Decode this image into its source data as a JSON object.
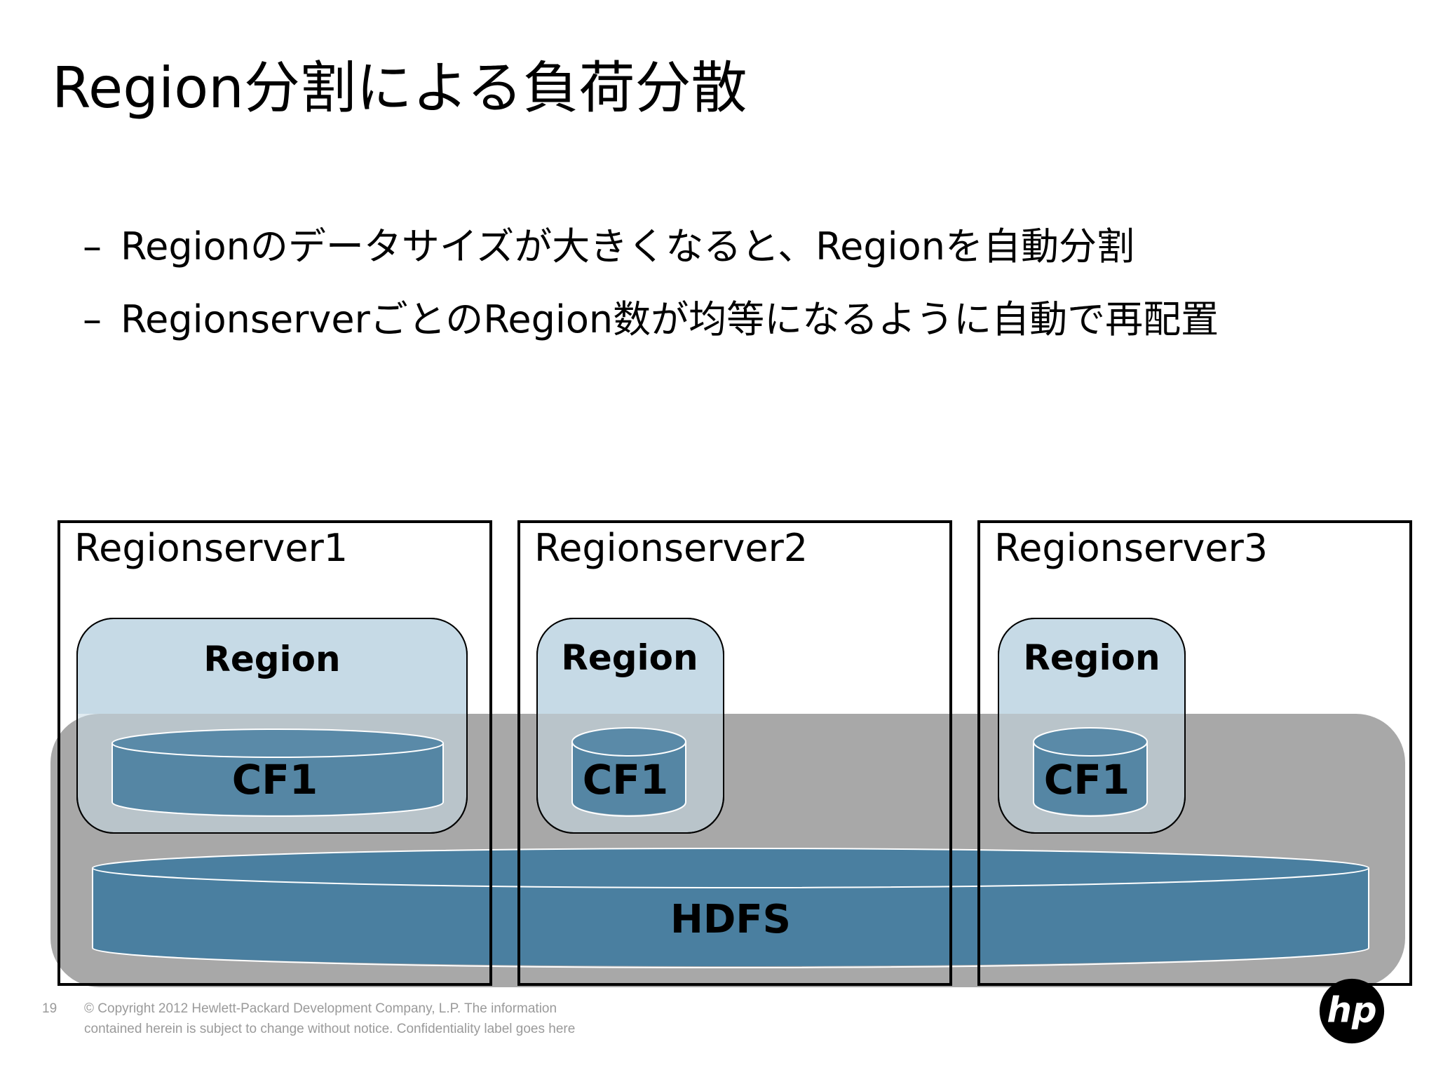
{
  "slide": {
    "title": "Region分割による負荷分散",
    "bullets": [
      {
        "dash": "–",
        "text": "Regionのデータサイズが大きくなると、Regionを自動分割"
      },
      {
        "dash": "–",
        "text": "RegionserverごとのRegion数が均等になるように自動で再配置"
      }
    ]
  },
  "diagram": {
    "servers": [
      {
        "label": "Regionserver1",
        "region_label": "Region",
        "cf_label": "CF1"
      },
      {
        "label": "Regionserver2",
        "region_label": "Region",
        "cf_label": "CF1"
      },
      {
        "label": "Regionserver3",
        "region_label": "Region",
        "cf_label": "CF1"
      }
    ],
    "storage_label": "HDFS",
    "colors": {
      "region_fill": "#c6dae6",
      "storage_panel": "#a8a8a8",
      "cylinder": "#4a7fa0",
      "cylinder_dark": "#406f8e",
      "border": "#000000"
    }
  },
  "footer": {
    "page_number": "19",
    "copyright_line1": "© Copyright 2012 Hewlett-Packard Development Company, L.P.  The information",
    "copyright_line2": "contained herein is subject to change without notice. Confidentiality label goes here"
  },
  "logo": {
    "name": "hp-logo",
    "text": "hp"
  }
}
